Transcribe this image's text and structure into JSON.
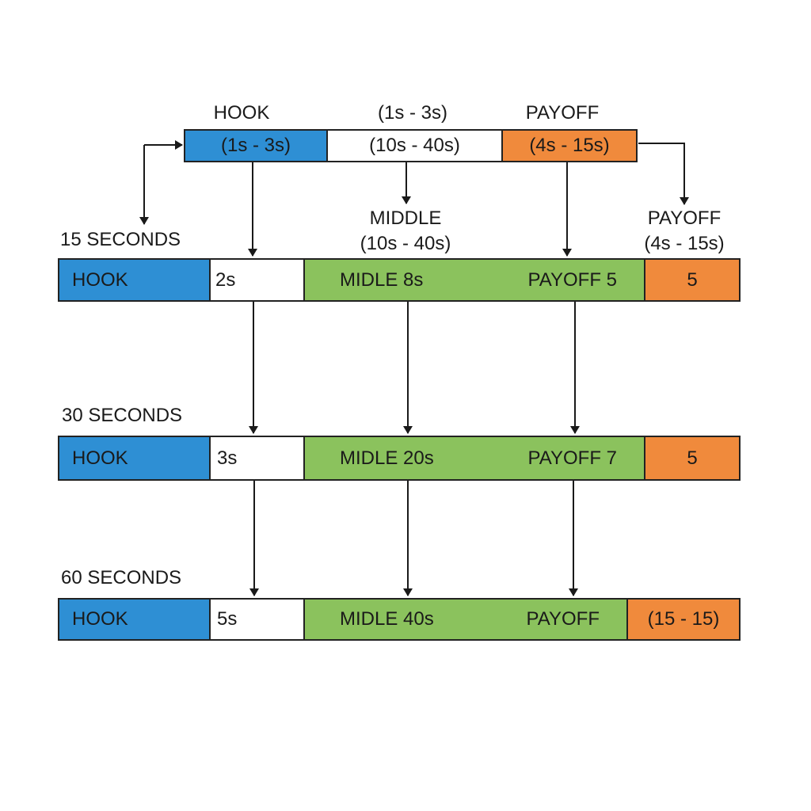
{
  "colors": {
    "hook": "#2e8fd4",
    "middle": "#8bc25d",
    "payoff": "#f08a3c",
    "blank": "#ffffff",
    "line": "#1a1a1a"
  },
  "header": {
    "labels": {
      "hook": "HOOK",
      "middle_range": "(1s - 3s)",
      "payoff": "PAYOFF"
    },
    "bar": {
      "hook": "(1s - 3s)",
      "middle": "(10s - 40s)",
      "payoff": "(4s - 15s)"
    }
  },
  "callouts": {
    "middle_title": "MIDDLE",
    "middle_range": "(10s - 40s)",
    "payoff_title": "PAYOFF",
    "payoff_range": "(4s - 15s)"
  },
  "rows": [
    {
      "title": "15 SECONDS",
      "hook": "HOOK",
      "hook_time": "2s",
      "middle": "MIDLE 8s",
      "payoff": "PAYOFF 5",
      "end": "5"
    },
    {
      "title": "30 SECONDS",
      "hook": "HOOK",
      "hook_time": "3s",
      "middle": "MIDLE 20s",
      "payoff": "PAYOFF 7",
      "end": "5"
    },
    {
      "title": "60 SECONDS",
      "hook": "HOOK",
      "hook_time": "5s",
      "middle": "MIDLE 40s",
      "payoff": "PAYOFF",
      "end": "(15 - 15)"
    }
  ]
}
